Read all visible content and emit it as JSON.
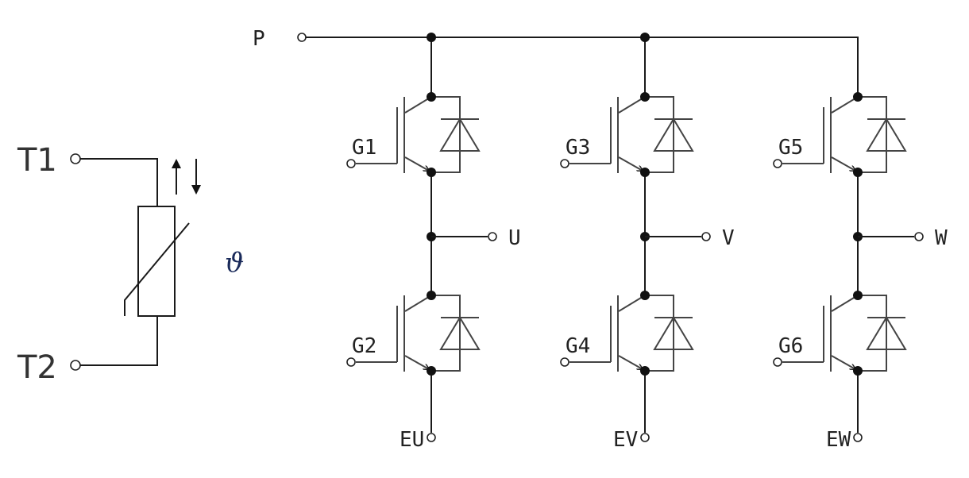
{
  "thermistor": {
    "t1": "T1",
    "t2": "T2",
    "symbol": "ϑ"
  },
  "bus": {
    "p": "P"
  },
  "legs": [
    {
      "upper_gate": "G1",
      "lower_gate": "G2",
      "output": "U",
      "emitter": "EU"
    },
    {
      "upper_gate": "G3",
      "lower_gate": "G4",
      "output": "V",
      "emitter": "EV"
    },
    {
      "upper_gate": "G5",
      "lower_gate": "G6",
      "output": "W",
      "emitter": "EW"
    }
  ]
}
